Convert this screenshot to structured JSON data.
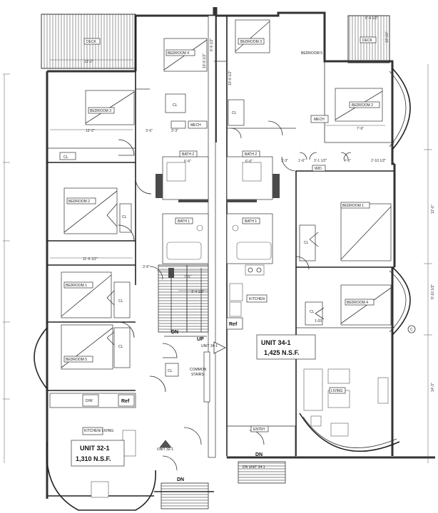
{
  "rooms": {
    "deck_left": "DECK",
    "deck_right": "DECK",
    "bedroom3_left": "BEDROOM 3",
    "bedroom4": "BEDROOM 4",
    "bedroom3_center": "BEDROOM 3",
    "bedroom5": "BEDROOM 5",
    "bedroom2_right": "BEDROOM 2",
    "bedroom2_left": "BEDROOM 2",
    "bedroom1_right": "BEDROOM 1",
    "bedroom1_left": "BEDROOM 1",
    "bedroom4_right": "BEDROOM 4",
    "bedroom5_left": "BEDROOM 5",
    "bath2_left": "BATH 2",
    "bath2_right": "BATH 2",
    "bath1_left": "BATH 1",
    "bath1_right": "BATH 1",
    "mech_left": "MECH",
    "mech_right": "MECH",
    "kitchen_right": "KITCHEN",
    "kitchen_left": "KITCHEN/ LIVING",
    "living": "LIVING",
    "entry": "ENTRY",
    "common_stairs": "COMMON STAIRS",
    "cl": "CL",
    "wd": "W/D",
    "dw": "D/W",
    "ref": "Ref",
    "up": "UP",
    "dn": "DN"
  },
  "units": {
    "u341_name": "UNIT 34-1",
    "u341_area": "1,425 N.S.F.",
    "u321_name": "UNIT 32-1",
    "u321_area": "1,310 N.S.F.",
    "u341_door": "UNIT 34-1",
    "u321_door": "UNIT 32-1",
    "u341_stair": "DN UNIT 34-1"
  },
  "dimensions": {
    "d1": "13'-2\"",
    "d2": "12'-2\"",
    "d3": "3'-6\"",
    "d4": "3'-3\"",
    "d5": "6'-9 1/2\"",
    "d6": "6'-4 1/2\"",
    "d7": "10'-10\"",
    "d8": "10'-9 1/2\"",
    "d9": "10'-8 1/2\"",
    "d10": "7'-9\"",
    "d11": "3'-1 1/2\"",
    "d12": "4'-6\"",
    "d13": "2'-10 1/2\"",
    "d14": "3'-3\"",
    "d15": "1'-6\"",
    "d16": "6'-6\"",
    "d17": "6'-6\"",
    "d18": "11'-6 1/2\"",
    "d19": "3'-6\"",
    "d20": "7'-5\"",
    "d21": "3'-4 1/2\"",
    "d22": "12'-6\"",
    "d23": "9'-10 1/2\"",
    "d24": "14'-3\"",
    "d25": "1-03",
    "d26": "C"
  },
  "colors": {
    "wall": "#4a4a4a",
    "line": "#333333",
    "background": "#ffffff"
  }
}
